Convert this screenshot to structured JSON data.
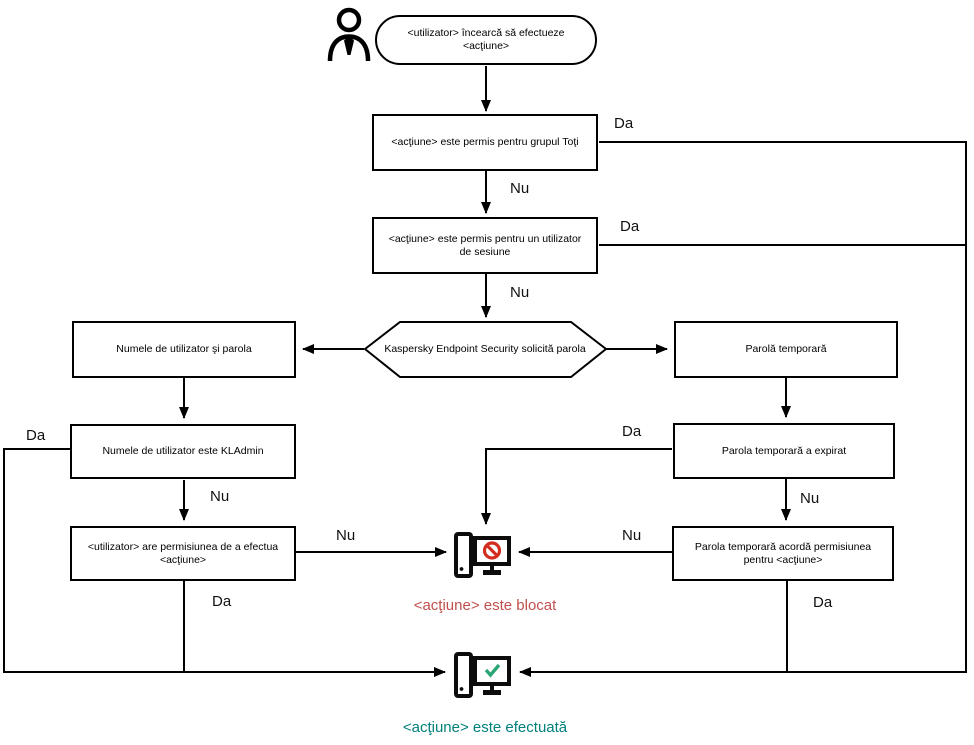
{
  "nodes": {
    "start": "<utilizator> încearcă să efectueze <acţiune>",
    "group_allowed": "<acţiune> este permis pentru grupul Toţi",
    "session_allowed": "<acţiune> este permis pentru un utilizator de sesiune",
    "password_prompt": "Kaspersky Endpoint Security solicită parola",
    "username_password": "Numele de utilizator şi parola",
    "temp_password": "Parolă temporară",
    "kladmin": "Numele de utilizator este KLAdmin",
    "user_permission": "<utilizator> are permisiunea de a efectua <acţiune>",
    "temp_expired": "Parola temporară a expirat",
    "temp_grants": "Parola temporară acordă permisiunea pentru <acţiune>"
  },
  "edge_labels": {
    "yes": "Da",
    "no": "Nu"
  },
  "status": {
    "blocked": {
      "label": "<acţiune> este blocat",
      "color": "#c0504d",
      "icon_color": "#d22d1e"
    },
    "done": {
      "label": "<acţiune> este efectuată",
      "color": "#00807b",
      "icon_color": "#2aa573"
    }
  },
  "icons": {
    "actor": "person-outline-icon",
    "blocked": "computer-blocked-icon",
    "done": "computer-check-icon"
  },
  "line_color": "#000000"
}
